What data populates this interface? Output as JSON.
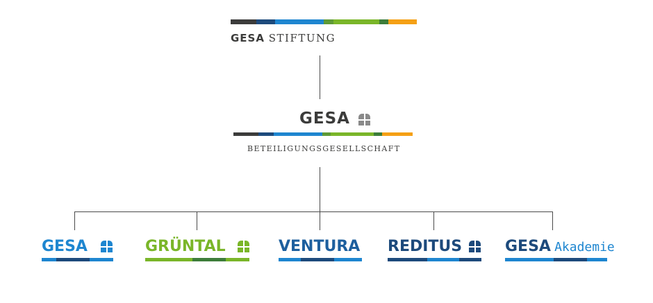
{
  "colors": {
    "dark": "#3c3c3b",
    "navy": "#1d4a7c",
    "blue": "#1e86d0",
    "green": "#7ab629",
    "darkgreen": "#3d7d3a",
    "orange": "#f5a015",
    "icon_grey": "#8a8a8a"
  },
  "stiftung": {
    "brand": "GESA",
    "suffix": "STIFTUNG"
  },
  "holding": {
    "brand": "GESA",
    "subtitle": "BETEILIGUNGSGESELLSCHAFT",
    "icon": "gesa-window-icon"
  },
  "subsidiaries": [
    {
      "name": "GESA",
      "suffix": "",
      "icon": "gesa-window-icon"
    },
    {
      "name": "GRÜNTAL",
      "suffix": "",
      "icon": "gesa-window-icon"
    },
    {
      "name": "VENTURA",
      "suffix": "",
      "icon": ""
    },
    {
      "name": "REDITUS",
      "suffix": "",
      "icon": "gesa-window-icon"
    },
    {
      "name": "GESA",
      "suffix": "Akademie",
      "icon": ""
    }
  ]
}
